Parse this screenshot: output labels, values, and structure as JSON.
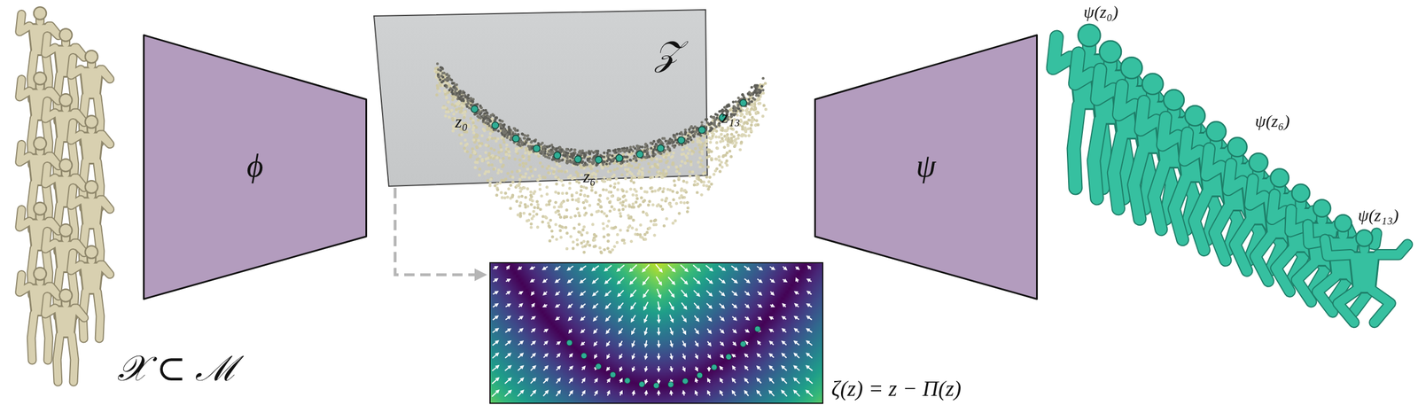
{
  "diagram": {
    "nodes": [
      {
        "text": [
          "ϕ"
        ]
      },
      {
        "text": [
          "𝒵"
        ]
      },
      {
        "text": [
          "ζ(z) = z − Π(z)"
        ]
      },
      {
        "text": [
          "ψ"
        ]
      }
    ],
    "edges": [
      {
        "from": 1,
        "to": 2,
        "arrow": "to"
      }
    ],
    "labels": [
      "z₀",
      "z₆",
      "z₁₃",
      "𝒳 ⊂ ℳ",
      "ψ(z₀)",
      "ψ(z₆)",
      "ψ(z₁₃)"
    ]
  }
}
